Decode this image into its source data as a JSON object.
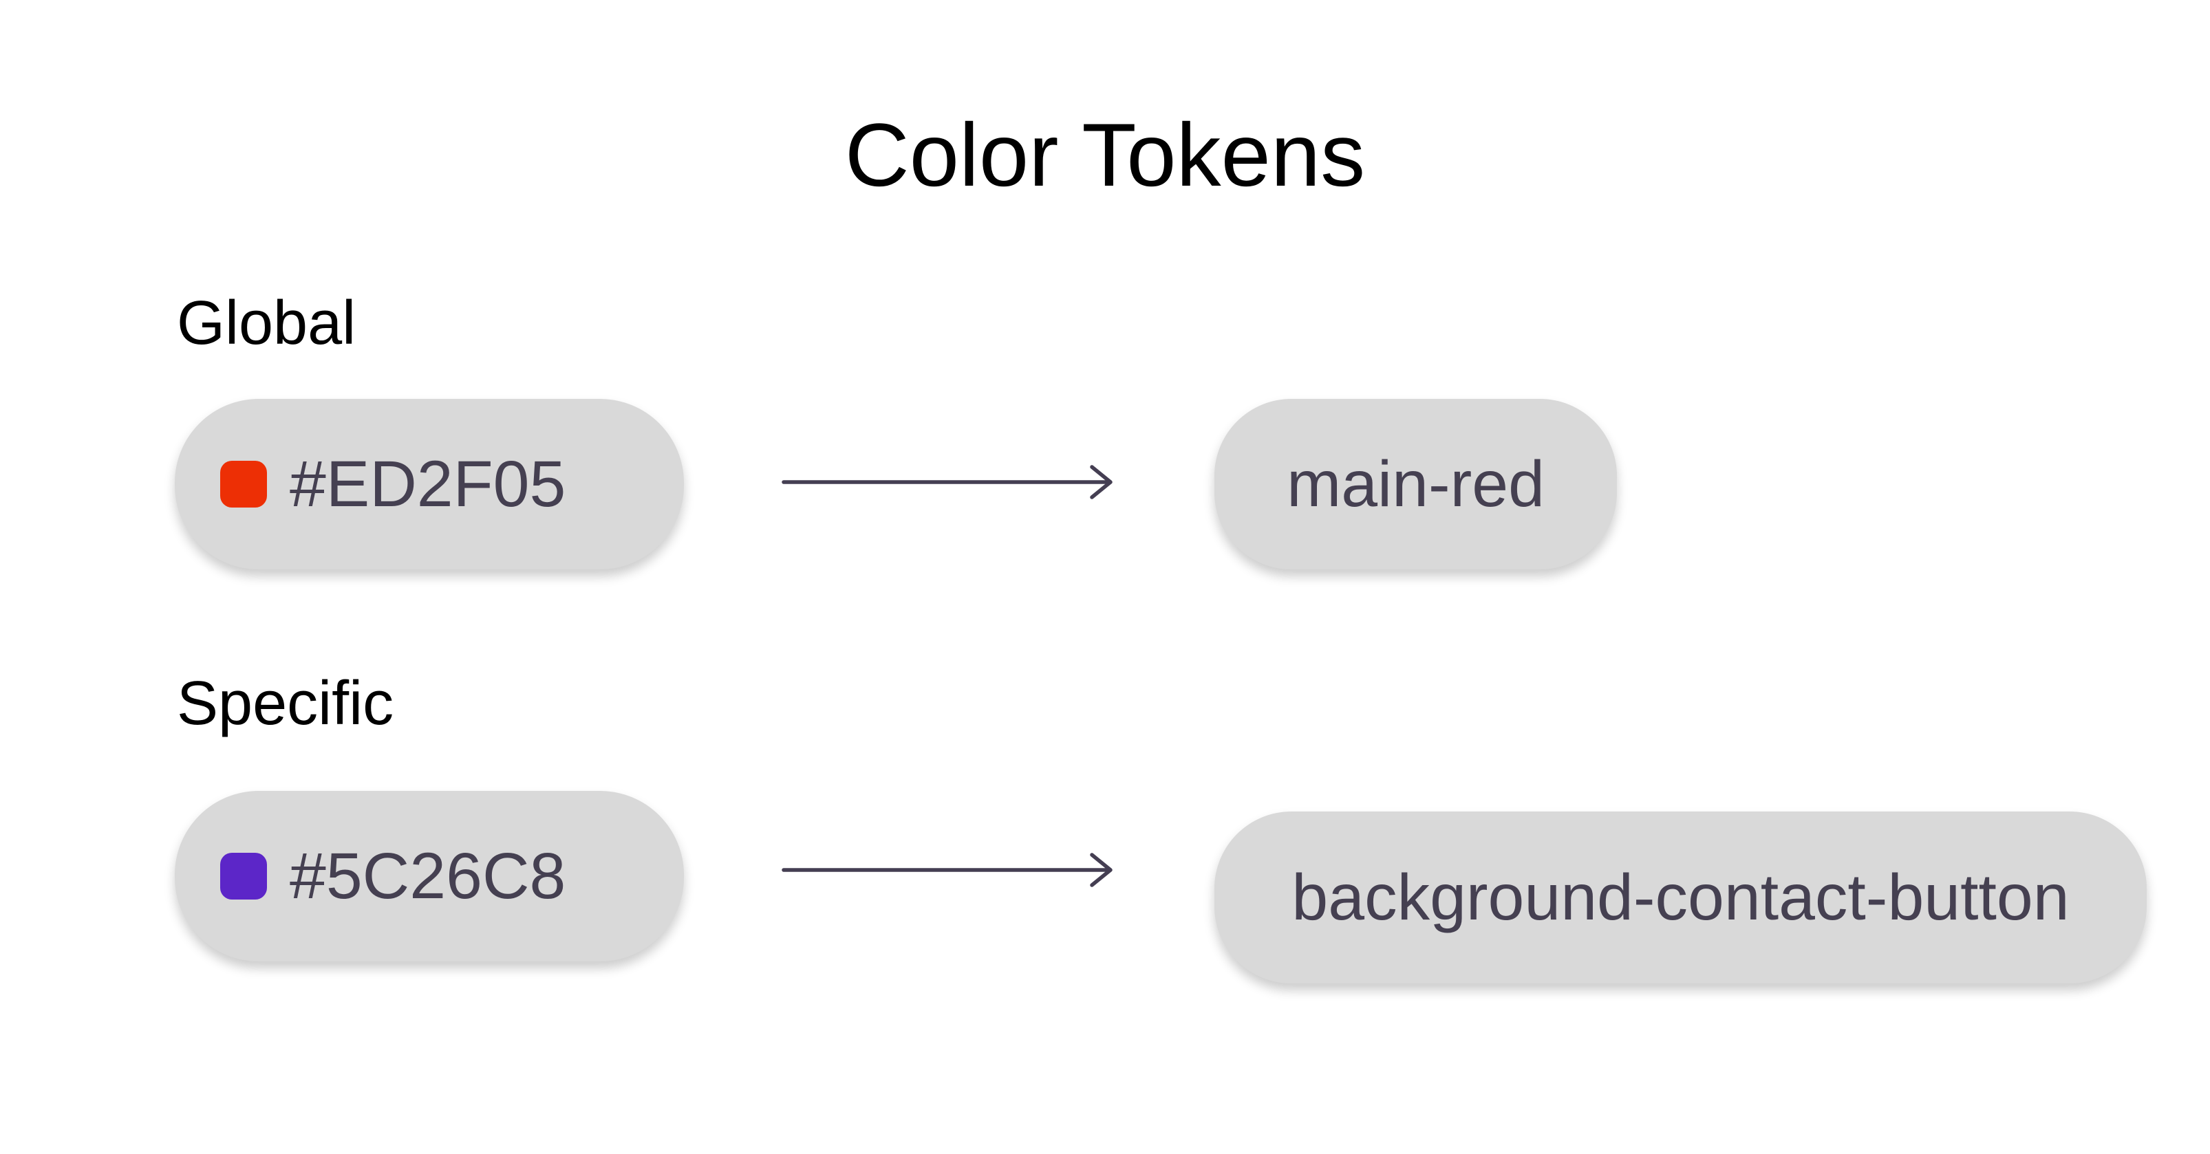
{
  "page": {
    "title": "Color Tokens",
    "background": "#FFFFFF"
  },
  "palette": {
    "pill_background": "#D9D9D9",
    "pill_text": "#454051",
    "arrow": "#443E52",
    "heading_text": "#000000"
  },
  "sections": [
    {
      "label": "Global",
      "mapping": {
        "hex": "#ED2F05",
        "swatch_color": "#ED2F05",
        "token_name": "main-red"
      }
    },
    {
      "label": "Specific",
      "mapping": {
        "hex": "#5C26C8",
        "swatch_color": "#5C26C8",
        "token_name": "background-contact-button"
      }
    }
  ]
}
